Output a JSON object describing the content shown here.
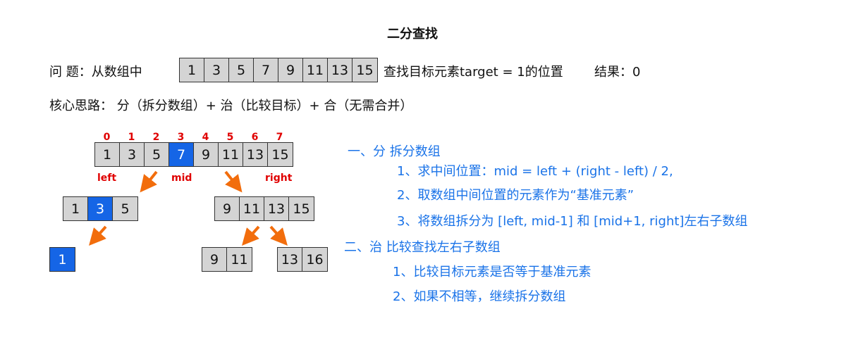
{
  "title": "二分查找",
  "problem": {
    "label": "问      题：从数组中",
    "array": [
      "1",
      "3",
      "5",
      "7",
      "9",
      "11",
      "13",
      "15"
    ],
    "tail": "查找目标元素target = 1的位置",
    "result": "结果：0"
  },
  "core": "核心思路： 分（拆分数组）+ 治（比较目标）+ 合（无需合并）",
  "diagram": {
    "indices": [
      "0",
      "1",
      "2",
      "3",
      "4",
      "5",
      "6",
      "7"
    ],
    "main_array": [
      "1",
      "3",
      "5",
      "7",
      "9",
      "11",
      "13",
      "15"
    ],
    "labels": {
      "left": "left",
      "mid": "mid",
      "right": "right"
    },
    "left_sub": [
      "1",
      "3",
      "5"
    ],
    "right_sub": [
      "9",
      "11",
      "13",
      "15"
    ],
    "found": [
      "1"
    ],
    "rl_sub": [
      "9",
      "11"
    ],
    "rr_sub": [
      "13",
      "16"
    ]
  },
  "steps": {
    "divide_heading": "一、分    拆分数组",
    "divide_1": "1、求中间位置：mid = left + (right - left) / 2,",
    "divide_2": "2、取数组中间位置的元素作为“基准元素”",
    "divide_3": "3、将数组拆分为 [left, mid-1] 和 [mid+1, right]左右子数组",
    "conquer_heading": "二、治    比较查找左右子数组",
    "conquer_1": "1、比较目标元素是否等于基准元素",
    "conquer_2": "2、如果不相等，继续拆分数组"
  },
  "colors": {
    "highlight": "#1565e6",
    "index_red": "#e00000",
    "arrow": "#f26d0c",
    "step_blue": "#1a73e8",
    "cell_gray": "#d4d4d4"
  }
}
